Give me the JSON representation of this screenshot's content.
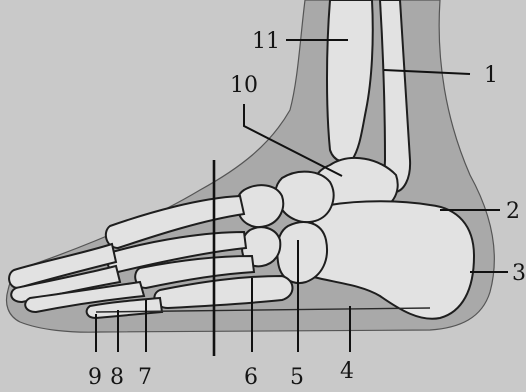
{
  "labels": {
    "l1": "1",
    "l2": "2",
    "l3": "3",
    "l4": "4",
    "l5": "5",
    "l6": "6",
    "l7": "7",
    "l8": "8",
    "l9": "9",
    "l10": "10",
    "l11": "11"
  },
  "colors": {
    "background": "#c9c9c9",
    "soft_tissue": "#a9a9a9",
    "bone_fill": "#e2e2e2",
    "bone_outline": "#1e1e1e",
    "leader_line": "#111111"
  }
}
